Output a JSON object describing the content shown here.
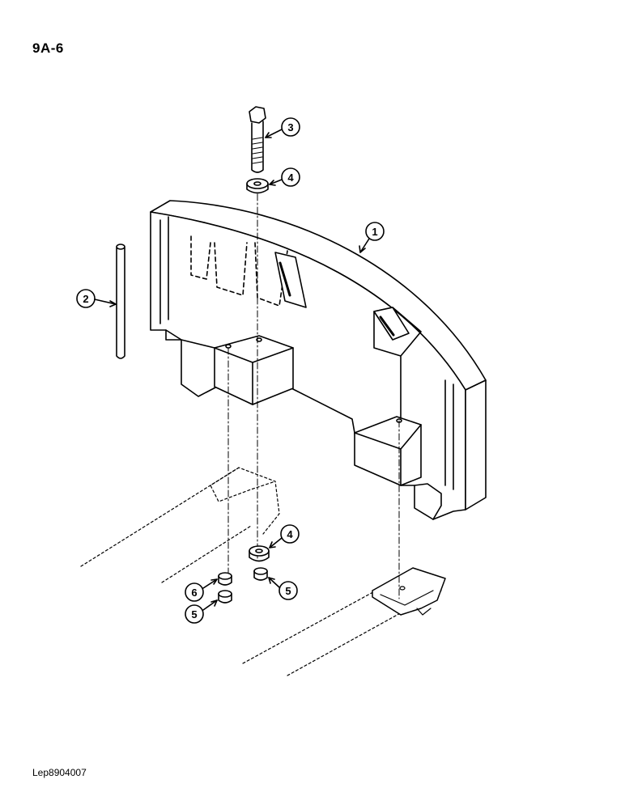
{
  "header": {
    "page_id": "9A-6"
  },
  "footer": {
    "reference_code": "Lep8904007"
  },
  "callouts": [
    {
      "number": "1"
    },
    {
      "number": "2"
    },
    {
      "number": "3"
    },
    {
      "number": "4"
    },
    {
      "number": "4"
    },
    {
      "number": "5"
    },
    {
      "number": "5"
    },
    {
      "number": "6"
    }
  ]
}
